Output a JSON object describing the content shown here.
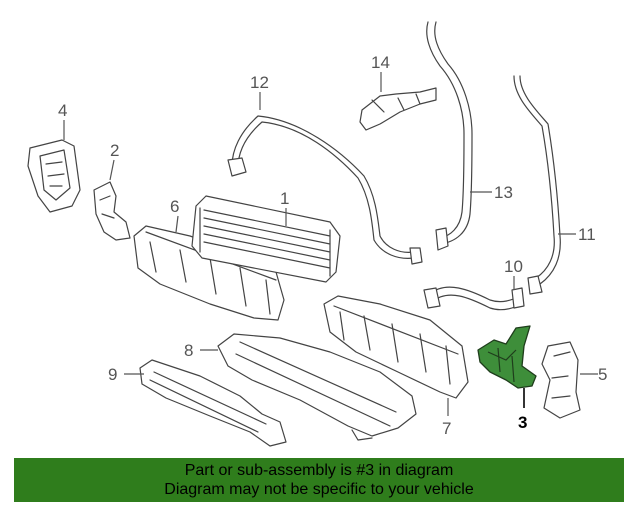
{
  "diagram": {
    "callouts": [
      {
        "id": "1",
        "label": "1"
      },
      {
        "id": "2",
        "label": "2"
      },
      {
        "id": "3",
        "label": "3",
        "highlighted": true
      },
      {
        "id": "4",
        "label": "4"
      },
      {
        "id": "5",
        "label": "5"
      },
      {
        "id": "6",
        "label": "6"
      },
      {
        "id": "7",
        "label": "7"
      },
      {
        "id": "8",
        "label": "8"
      },
      {
        "id": "9",
        "label": "9"
      },
      {
        "id": "10",
        "label": "10"
      },
      {
        "id": "11",
        "label": "11"
      },
      {
        "id": "12",
        "label": "12"
      },
      {
        "id": "13",
        "label": "13"
      },
      {
        "id": "14",
        "label": "14"
      }
    ],
    "highlight_color": "#3e8e3a"
  },
  "banner": {
    "line1": "Part or sub-assembly is #3 in diagram",
    "line2": "Diagram may not be specific to your vehicle",
    "color": "#2f7d1c"
  }
}
